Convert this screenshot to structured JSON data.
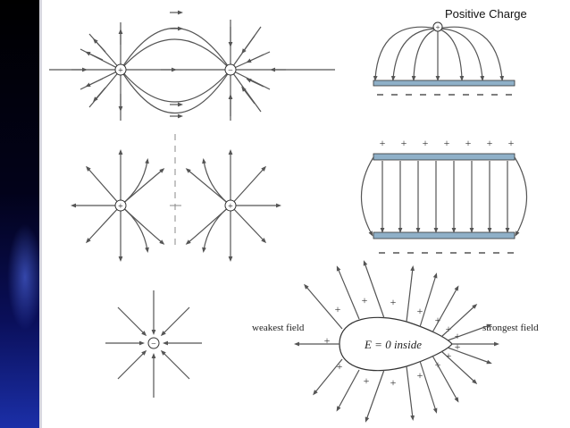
{
  "labels": {
    "positive_charge": "Positive Charge",
    "weakest_field": "weakest field",
    "strongest_field": "strongest field",
    "e_zero": "E = 0 inside"
  },
  "charges": {
    "plus": "+",
    "minus": "−"
  },
  "colors": {
    "line": "#555555",
    "plate": "#8fb0c8",
    "sidebar": "#000000",
    "sidebar_accent": "#1b2fa8"
  }
}
